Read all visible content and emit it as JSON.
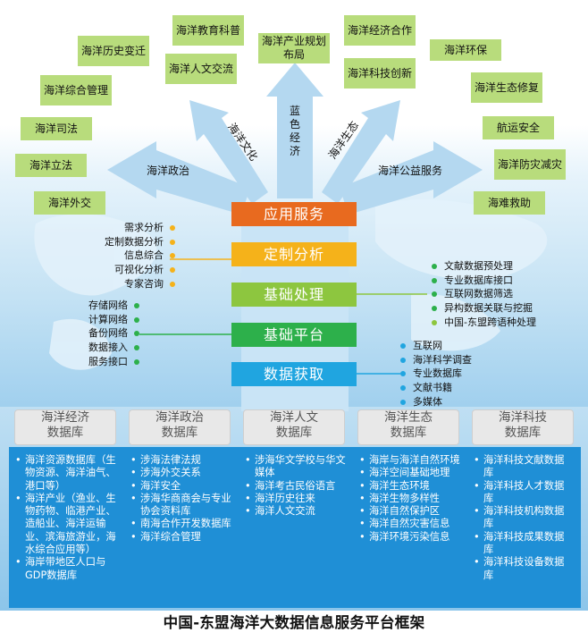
{
  "top_boxes": [
    {
      "id": "edu",
      "label": "海洋教育科普"
    },
    {
      "id": "history",
      "label": "海洋历史变迁"
    },
    {
      "id": "culture",
      "label": "海洋人文交流"
    },
    {
      "id": "industry",
      "label": "海洋产业规划布局"
    },
    {
      "id": "econ",
      "label": "海洋经济合作"
    },
    {
      "id": "envprot",
      "label": "海洋环保"
    },
    {
      "id": "scitech",
      "label": "海洋科技创新"
    },
    {
      "id": "ecorepair",
      "label": "海洋生态修复"
    },
    {
      "id": "mgmt",
      "label": "海洋综合管理"
    },
    {
      "id": "justice",
      "label": "海洋司法"
    },
    {
      "id": "shipsafe",
      "label": "航运安全"
    },
    {
      "id": "legislation",
      "label": "海洋立法"
    },
    {
      "id": "disaster",
      "label": "海洋防灾减灾"
    },
    {
      "id": "diplomacy",
      "label": "海洋外交"
    },
    {
      "id": "rescue",
      "label": "海难救助"
    }
  ],
  "arrows": {
    "left": "海洋政治",
    "right": "海洋公益服务",
    "upleft": "海洋文化",
    "up": "蓝色经济",
    "upright": "海洋生态"
  },
  "layers": [
    {
      "label": "应用服务",
      "color": "#e86a1f"
    },
    {
      "label": "定制分析",
      "color": "#f5b21a"
    },
    {
      "label": "基础处理",
      "color": "#8dc63f"
    },
    {
      "label": "基础平台",
      "color": "#2db04b"
    },
    {
      "label": "数据获取",
      "color": "#20a5e0"
    }
  ],
  "left_lists": {
    "analysis": [
      "需求分析",
      "定制数据分析",
      "信息综合",
      "可视化分析",
      "专家咨询"
    ],
    "platform": [
      "存储网络",
      "计算网络",
      "备份网络",
      "数据接入",
      "服务接口"
    ]
  },
  "right_lists": {
    "processing": [
      "文献数据预处理",
      "专业数据库接口",
      "互联网数据筛选",
      "异构数据关联与挖掘",
      "中国-东盟跨语种处理"
    ],
    "acquisition": [
      "互联网",
      "海洋科学调查",
      "专业数据库",
      "文献书籍",
      "多媒体"
    ]
  },
  "databases": [
    {
      "title1": "海洋经济",
      "title2": "数据库",
      "items": [
        "海洋资源数据库（生物资源、海洋油气、港口等）",
        "海洋产业（渔业、生物药物、临港产业、造船业、海洋运输业、滨海旅游业，海水综合应用等）",
        "海岸带地区人口与GDP数据库"
      ]
    },
    {
      "title1": "海洋政治",
      "title2": "数据库",
      "items": [
        "涉海法律法规",
        "涉海外交关系",
        "海洋安全",
        "涉海华商商会与专业协会资料库",
        "南海合作开发数据库",
        "海洋综合管理"
      ]
    },
    {
      "title1": "海洋人文",
      "title2": "数据库",
      "items": [
        "涉海华文学校与华文媒体",
        "海洋考古民俗语言",
        "海洋历史往来",
        "海洋人文交流"
      ]
    },
    {
      "title1": "海洋生态",
      "title2": "数据库",
      "items": [
        "海岸与海洋自然环境",
        "海洋空间基础地理",
        "海洋生态环境",
        "海洋生物多样性",
        "海洋自然保护区",
        "海洋自然灾害信息",
        "海洋环境污染信息"
      ]
    },
    {
      "title1": "海洋科技",
      "title2": "数据库",
      "items": [
        "海洋科技文献数据库",
        "海洋科技人才数据库",
        "海洋科技机构数据库",
        "海洋科技成果数据库",
        "海洋科技设备数据库"
      ]
    }
  ],
  "caption": "中国-东盟海洋大数据信息服务平台框架",
  "colors": {
    "green_box": "#b8dc7c",
    "arrow": "#b4d8f0",
    "db_header_bg": "#e8e8e8",
    "db_body_bg": "#1f8fd6",
    "dot_yellow": "#f5b21a",
    "dot_green": "#2db04b",
    "dot_blue": "#20a5e0"
  }
}
